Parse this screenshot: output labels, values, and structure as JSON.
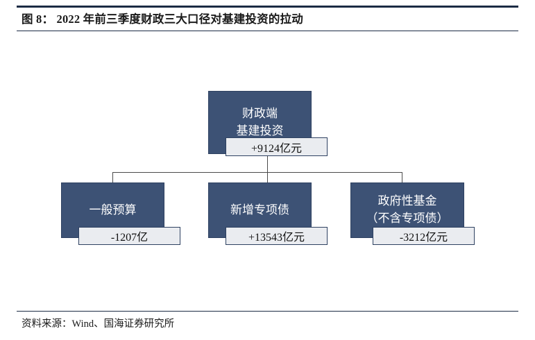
{
  "figure": {
    "title": "图 8： 2022 年前三季度财政三大口径对基建投资的拉动",
    "source": "资料来源：Wind、国海证券研究所"
  },
  "colors": {
    "node_fill": "#3d5275",
    "node_border": "#2e4161",
    "chip_fill": "#eaecf0",
    "rule": "#1b2b44",
    "connector": "#4a4a4a"
  },
  "diagram": {
    "root": {
      "label": "财政端\n基建投资",
      "value": "+9124亿元"
    },
    "children": [
      {
        "label": "一般预算",
        "value": "-1207亿"
      },
      {
        "label": "新增专项债",
        "value": "+13543亿元"
      },
      {
        "label": "政府性基金\n（不含专项债）",
        "value": "-3212亿元"
      }
    ]
  }
}
